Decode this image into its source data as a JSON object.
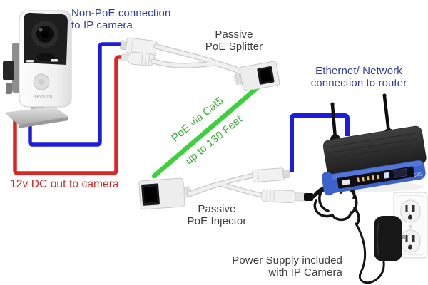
{
  "diagram": {
    "labels": {
      "non_poe": "Non-PoE connection\nto IP camera",
      "splitter": "Passive\nPoE Splitter",
      "ethernet": "Ethernet/ Network\nconnection to router",
      "dc_out": "12v DC out to camera",
      "poe_cat5": "PoE via Cat5",
      "distance": "up to 130 Feet",
      "injector": "Passive\nPoE Injector",
      "power_supply": "Power Supply included\nwith IP Camera"
    },
    "devices": {
      "camera_brand": "HIKVISION",
      "router_badge": "54G"
    },
    "colors": {
      "blue_wire": "#1d1de0",
      "red_wire": "#e02424",
      "green_cable": "#3bd13b",
      "blue_text": "#2e3e9c",
      "red_text": "#d02828",
      "dark_text": "#3c3c3c",
      "green_text": "#3aae3a",
      "router_blue": "#3d62cc"
    }
  }
}
